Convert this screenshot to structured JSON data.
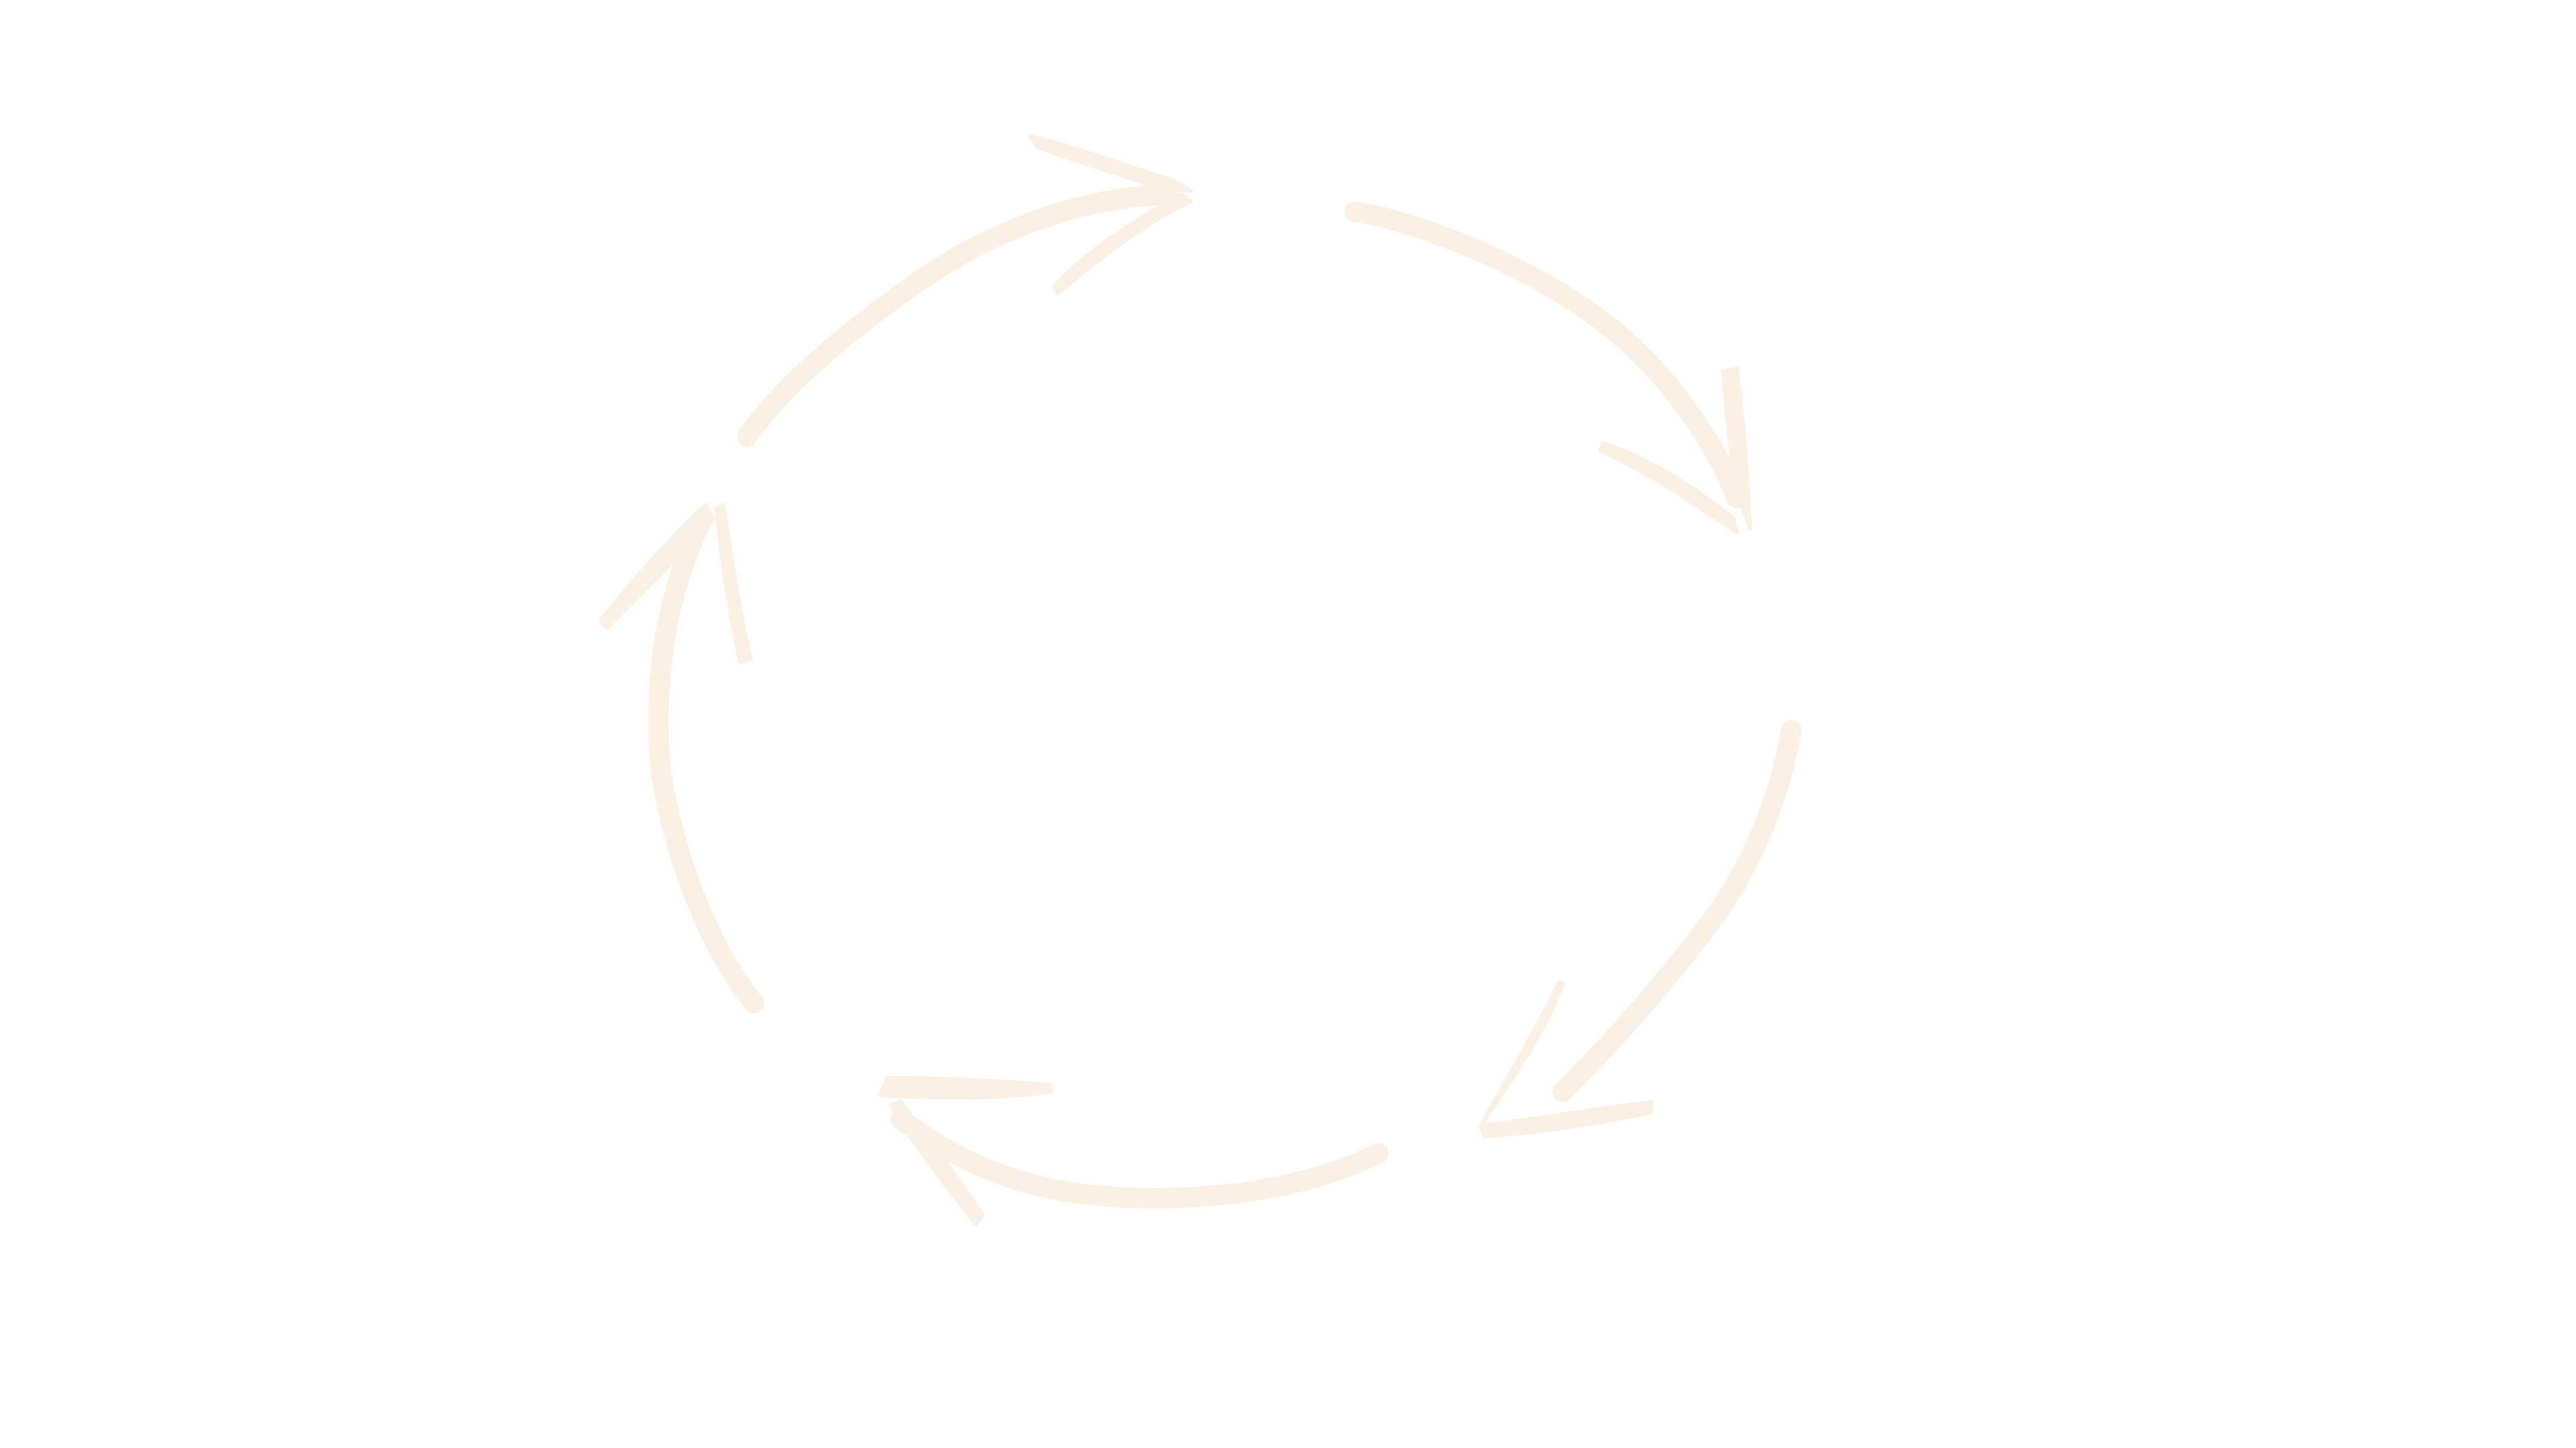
{
  "diagram": {
    "type": "cycle",
    "arrow_count": 5,
    "direction": "clockwise",
    "colors": {
      "background": "#ffffff",
      "arrow": "#fcefe3",
      "text": "#ffffff"
    },
    "arrows": [
      {
        "name": "arrow-top-left"
      },
      {
        "name": "arrow-top-right"
      },
      {
        "name": "arrow-right"
      },
      {
        "name": "arrow-bottom"
      },
      {
        "name": "arrow-left"
      }
    ]
  }
}
